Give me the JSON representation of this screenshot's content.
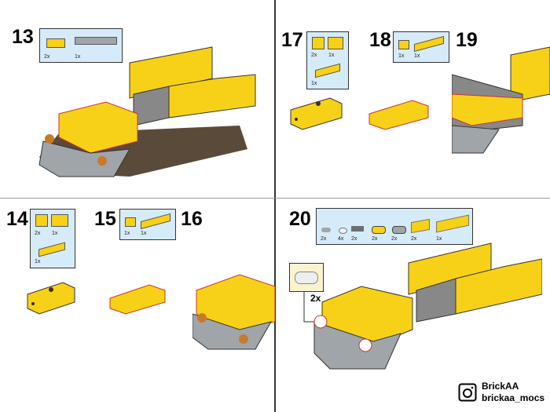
{
  "steps": [
    {
      "number": "13",
      "parts": [
        {
          "qty": "2x",
          "color": "#f7d117"
        },
        {
          "qty": "1x",
          "color": "#a0a5a9"
        }
      ]
    },
    {
      "number": "14",
      "parts": [
        {
          "qty": "2x",
          "color": "#f7d117"
        },
        {
          "qty": "1x",
          "color": "#f7d117"
        },
        {
          "qty": "1x",
          "color": "#f7d117"
        }
      ]
    },
    {
      "number": "15",
      "parts": [
        {
          "qty": "1x",
          "color": "#f7d117"
        },
        {
          "qty": "1x",
          "color": "#f7d117"
        }
      ]
    },
    {
      "number": "16"
    },
    {
      "number": "17",
      "parts": [
        {
          "qty": "2x",
          "color": "#f7d117"
        },
        {
          "qty": "1x",
          "color": "#f7d117"
        },
        {
          "qty": "1x",
          "color": "#f7d117"
        }
      ]
    },
    {
      "number": "18",
      "parts": [
        {
          "qty": "1x",
          "color": "#f7d117"
        },
        {
          "qty": "1x",
          "color": "#f7d117"
        }
      ]
    },
    {
      "number": "19"
    },
    {
      "number": "20",
      "parts": [
        {
          "qty": "2x",
          "color": "#a0a5a9"
        },
        {
          "qty": "4x",
          "color": "#f2f2f2"
        },
        {
          "qty": "2x",
          "color": "#6b6e70"
        },
        {
          "qty": "2x",
          "color": "#f7d117"
        },
        {
          "qty": "2x",
          "color": "#a0a5a9"
        },
        {
          "qty": "2x",
          "color": "#f7d117"
        },
        {
          "qty": "1x",
          "color": "#f7d117"
        }
      ]
    }
  ],
  "callout": {
    "qty": "2x"
  },
  "brand": {
    "name": "BrickAA",
    "handle": "brickaa_mocs"
  },
  "colors": {
    "yellow": "#f7d117",
    "gray": "#a0a5a9",
    "dark": "#5a4a3a",
    "panel": "#d6ebf9"
  }
}
